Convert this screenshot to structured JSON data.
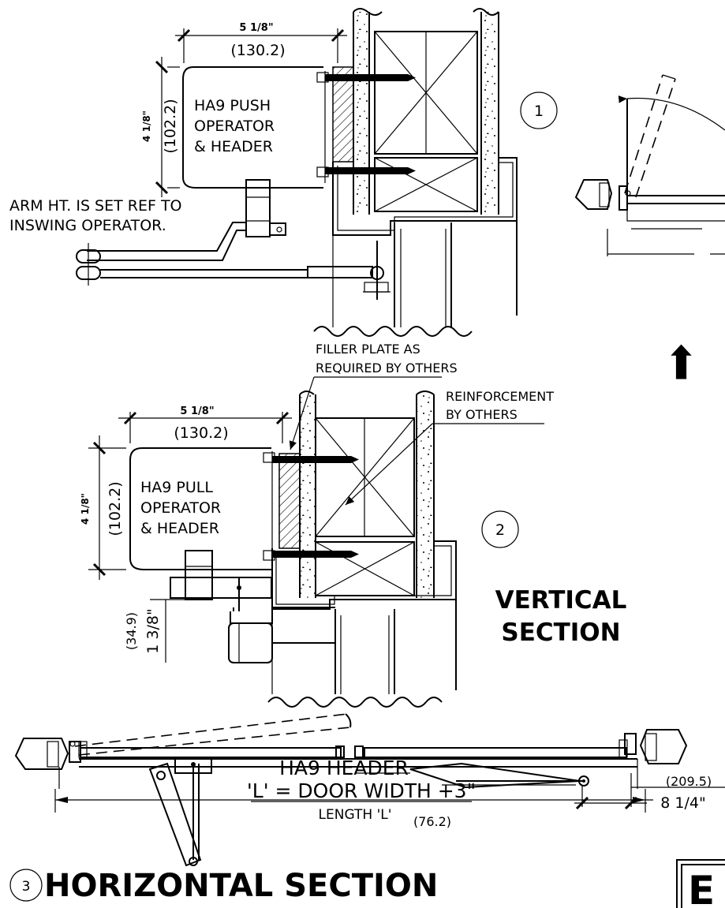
{
  "detail1": {
    "width_in": "5 1/8\"",
    "width_mm": "(130.2)",
    "height_in": "4 1/8\"",
    "height_mm": "(102.2)",
    "label_line1": "HA9 PUSH",
    "label_line2": "OPERATOR",
    "label_line3": "& HEADER",
    "note_line1": "ARM HT. IS SET REF TO",
    "note_line2": "INSWING OPERATOR.",
    "callout": "1"
  },
  "detail2": {
    "width_in": "5 1/8\"",
    "width_mm": "(130.2)",
    "height_in": "4 1/8\"",
    "height_mm": "(102.2)",
    "label_line1": "HA9 PULL",
    "label_line2": "OPERATOR",
    "label_line3": "& HEADER",
    "filler_line1": "FILLER PLATE AS",
    "filler_line2": "REQUIRED BY OTHERS",
    "reinf_line1": "REINFORCEMENT",
    "reinf_line2": "BY OTHERS",
    "offset_mm": "(34.9)",
    "offset_in": "1 3/8\"",
    "callout": "2"
  },
  "vertical_title_line1": "VERTICAL",
  "vertical_title_line2": "SECTION",
  "detail3": {
    "callout": "3",
    "title": "HORIZONTAL SECTION",
    "header_label": "HA9 HEADER",
    "formula": "'L' = DOOR WIDTH +3\"",
    "formula_mm": "(76.2)",
    "length_label": "LENGTH 'L'",
    "right_mm": "(209.5)",
    "right_in": "8 1/4\""
  },
  "corner_glyph": "E"
}
